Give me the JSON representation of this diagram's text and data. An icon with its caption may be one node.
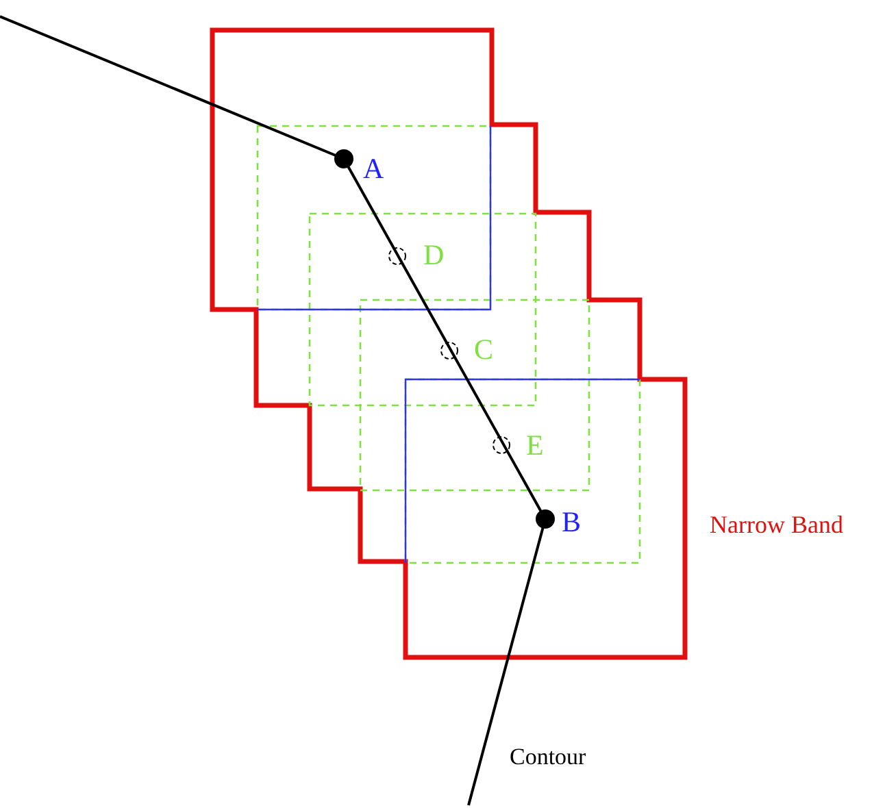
{
  "diagram": {
    "labels": [
      "A",
      "D",
      "C",
      "E",
      "B",
      "Narrow Band",
      "Contour"
    ]
  }
}
